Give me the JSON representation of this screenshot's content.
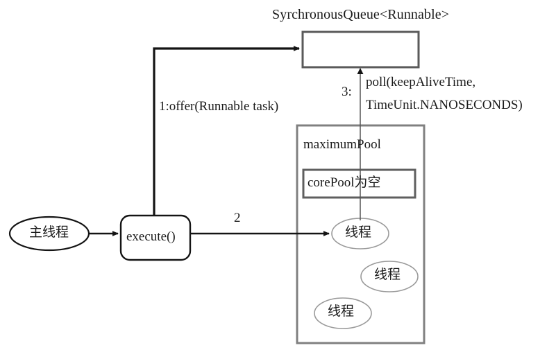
{
  "diagram": {
    "title_queue": "SyrchronousQueue<Runnable>",
    "labels": {
      "offer": "1:offer(Runnable task)",
      "step3": "3:",
      "poll_line1": "poll(keepAliveTime,",
      "poll_line2": "TimeUnit.NANOSECONDS)",
      "step2": "2",
      "maximum_pool": "maximumPool",
      "core_pool": "corePool为空",
      "main_thread": "主线程",
      "execute": "execute()",
      "thread_1": "线程",
      "thread_2": "线程",
      "thread_3": "线程"
    },
    "colors": {
      "background": "#ffffff",
      "text": "#1a1a1a",
      "strong_stroke": "#141414",
      "box_stroke": "#666666",
      "thin_stroke": "#8f8f8f",
      "ellipse_light_stroke": "#aaaaaa"
    }
  }
}
